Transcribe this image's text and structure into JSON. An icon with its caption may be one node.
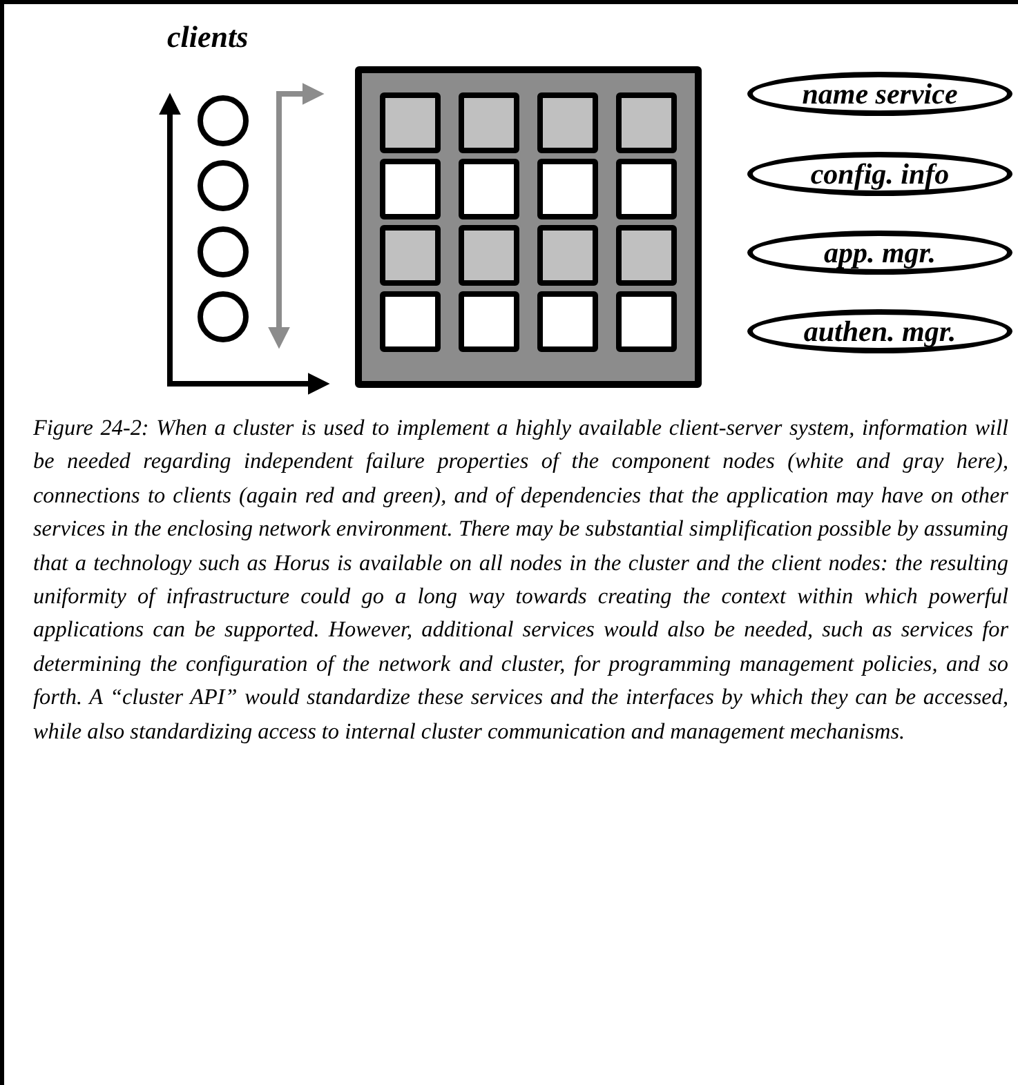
{
  "diagram": {
    "caption": "Figure 24-2: When a cluster is used to implement a highly available client-server system, information will be needed regarding independent failure properties of the component nodes (white and gray here), connections to clients (again red and green), and of dependencies that the application may have on other services in the enclosing network environment.  There may be substantial simplification possible by assuming that a technology such as Horus is available on all nodes in the cluster and the client nodes: the resulting uniformity of infrastructure could go a long way towards creating the context within which powerful applications can be supported.  However, additional services would also be needed, such as services for determining the configuration of the network and cluster, for programming management policies, and so forth.  A “cluster API” would standardize these services and the interfaces by which they can be accessed, while also standardizing access to internal cluster communication and management mechanisms.",
    "nodes": [
      {
        "text": [],
        "shape": "circle"
      },
      {
        "text": [],
        "shape": "circle"
      },
      {
        "text": [],
        "shape": "circle"
      },
      {
        "text": [],
        "shape": "circle"
      },
      {
        "text": [],
        "shape": "box"
      },
      {
        "text": [],
        "shape": "box",
        "in": 4
      },
      {
        "text": [],
        "shape": "box",
        "in": 4
      },
      {
        "text": [],
        "shape": "box",
        "in": 4
      },
      {
        "text": [],
        "shape": "box",
        "in": 4
      },
      {
        "text": [],
        "shape": "box",
        "in": 4
      },
      {
        "text": [],
        "shape": "box",
        "in": 4
      },
      {
        "text": [],
        "shape": "box",
        "in": 4
      },
      {
        "text": [],
        "shape": "box",
        "in": 4
      },
      {
        "text": [],
        "shape": "box",
        "in": 4
      },
      {
        "text": [],
        "shape": "box",
        "in": 4
      },
      {
        "text": [],
        "shape": "box",
        "in": 4
      },
      {
        "text": [],
        "shape": "box",
        "in": 4
      },
      {
        "text": [],
        "shape": "box",
        "in": 4
      },
      {
        "text": [],
        "shape": "box",
        "in": 4
      },
      {
        "text": [],
        "shape": "box",
        "in": 4
      },
      {
        "text": [],
        "shape": "box",
        "in": 4
      },
      {
        "text": [
          "name service"
        ]
      },
      {
        "text": [
          "config. info"
        ]
      },
      {
        "text": [
          "app. mgr."
        ]
      },
      {
        "text": [
          "authen. mgr."
        ]
      }
    ],
    "labels": [
      "clients"
    ]
  }
}
